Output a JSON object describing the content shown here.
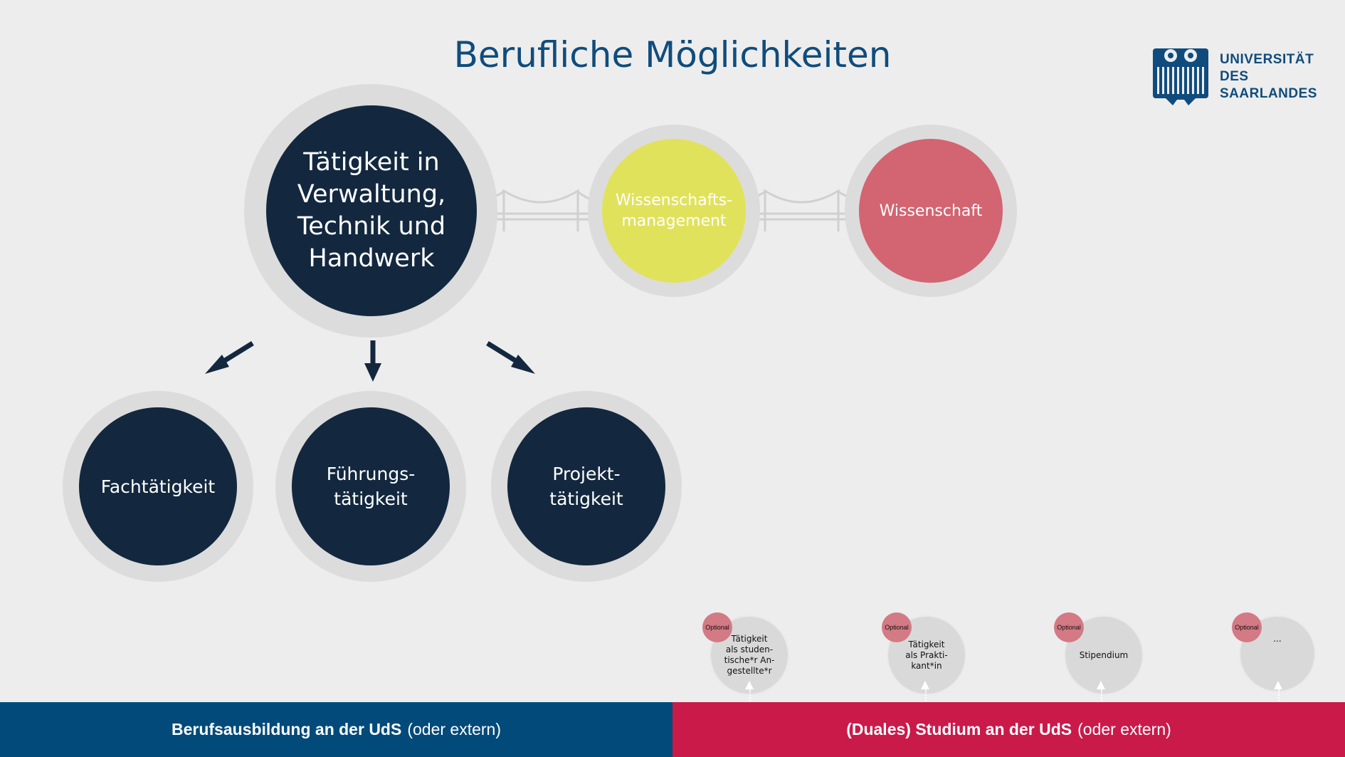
{
  "title": "Berufliche Möglichkeiten",
  "logo": {
    "line1": "UNIVERSITÄT",
    "line2": "DES",
    "line3": "SAARLANDES",
    "color": "#0f4c7d"
  },
  "main_circle": {
    "label": "Tätigkeit in\nVerwaltung,\nTechnik und\nHandwerk"
  },
  "top_circles": [
    {
      "label": "Wissenschafts-\nmanagement",
      "color": "#e1e25c"
    },
    {
      "label": "Wissenschaft",
      "color": "#d36471"
    }
  ],
  "sub_circles": [
    {
      "label": "Fachtätigkeit"
    },
    {
      "label": "Führungs-\ntätigkeit"
    },
    {
      "label": "Projekt-\ntätigkeit"
    }
  ],
  "options": [
    {
      "badge": "Optional",
      "label": "Tätigkeit\nals studen-\ntische*r An-\ngestellte*r"
    },
    {
      "badge": "Optional",
      "label": "Tätigkeit\nals Prakti-\nkant*in"
    },
    {
      "badge": "Optional",
      "label": "Stipendium"
    },
    {
      "badge": "Optional",
      "label": "..."
    }
  ],
  "bottom": {
    "left_bold": "Berufsausbildung an der UdS",
    "left_normal": "(oder extern)",
    "right_bold": "(Duales) Studium an der UdS",
    "right_normal": "(oder extern)"
  },
  "colors": {
    "navy": "#13283f",
    "blue_bar": "#014a7a",
    "red_bar": "#c91a4a",
    "background": "#ededed"
  }
}
